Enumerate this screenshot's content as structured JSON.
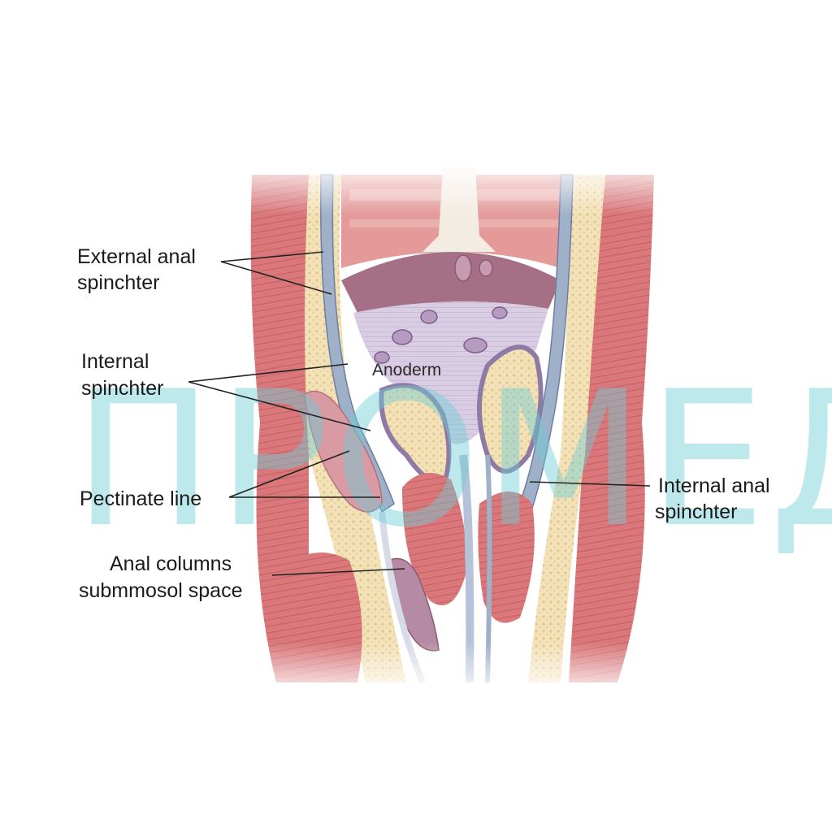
{
  "labels": {
    "external_anal_sphincter": [
      "External anal",
      "spinchter"
    ],
    "internal_sphincter": [
      "Internal",
      "spinchter"
    ],
    "anoderm": "Anoderm",
    "pectinate_line": "Pectinate line",
    "internal_anal_sphincter": [
      "Internal anal",
      "spinchter"
    ],
    "anal_columns": [
      "Anal columns",
      "submmosol space"
    ]
  },
  "watermark": "ПРОМЕД",
  "colors": {
    "muscle": "#d9777a",
    "muscle_light": "#ecb0ad",
    "fat": "#f3e1b8",
    "mucosa": "#b7a2c6",
    "mucosa_light": "#d9cde3",
    "lumen": "#a56f86",
    "nerve": "#9fb0c9",
    "watermark": "#6ccfd4"
  }
}
